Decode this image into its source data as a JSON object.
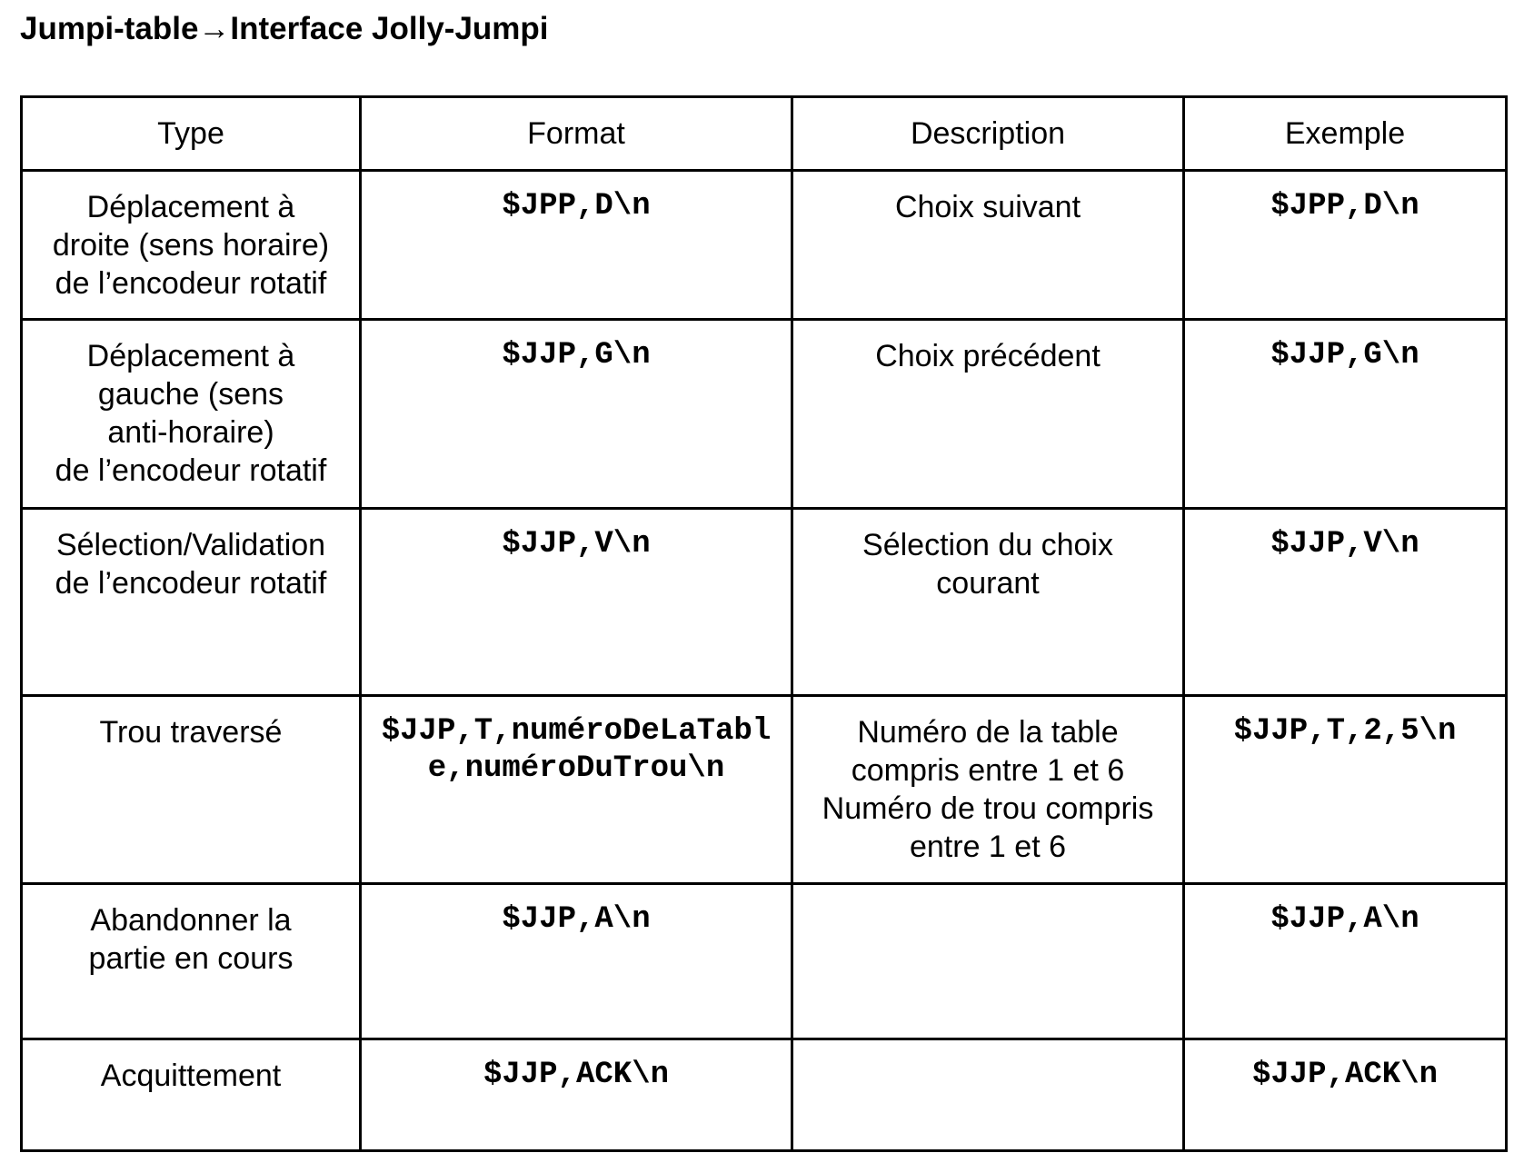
{
  "page": {
    "title": "Jumpi-table→Interface Jolly-Jumpi"
  },
  "table": {
    "headers": [
      "Type",
      "Format",
      "Description",
      "Exemple"
    ],
    "rows": [
      {
        "type": "Déplacement à\ndroite (sens horaire)\nde l’encodeur rotatif",
        "format": "$JPP,D\\n",
        "description": "Choix suivant",
        "example": "$JPP,D\\n"
      },
      {
        "type": "Déplacement à\ngauche (sens\nanti-horaire)\nde l’encodeur rotatif",
        "format": "$JJP,G\\n",
        "description": "Choix précédent",
        "example": "$JJP,G\\n"
      },
      {
        "type": "Sélection/Validation\nde l’encodeur rotatif",
        "format": "$JJP,V\\n",
        "description": "Sélection du choix\ncourant",
        "example": "$JJP,V\\n"
      },
      {
        "type": "Trou traversé",
        "format": "$JJP,T,numéroDeLaTable,numéroDuTrou\\n",
        "description": "Numéro de la table\ncompris entre 1 et 6\nNuméro de trou compris\nentre 1 et 6",
        "example": "$JJP,T,2,5\\n"
      },
      {
        "type": "Abandonner la\npartie en cours",
        "format": "$JJP,A\\n",
        "description": "",
        "example": "$JJP,A\\n"
      },
      {
        "type": "Acquittement",
        "format": "$JJP,ACK\\n",
        "description": "",
        "example": "$JJP,ACK\\n"
      }
    ]
  }
}
